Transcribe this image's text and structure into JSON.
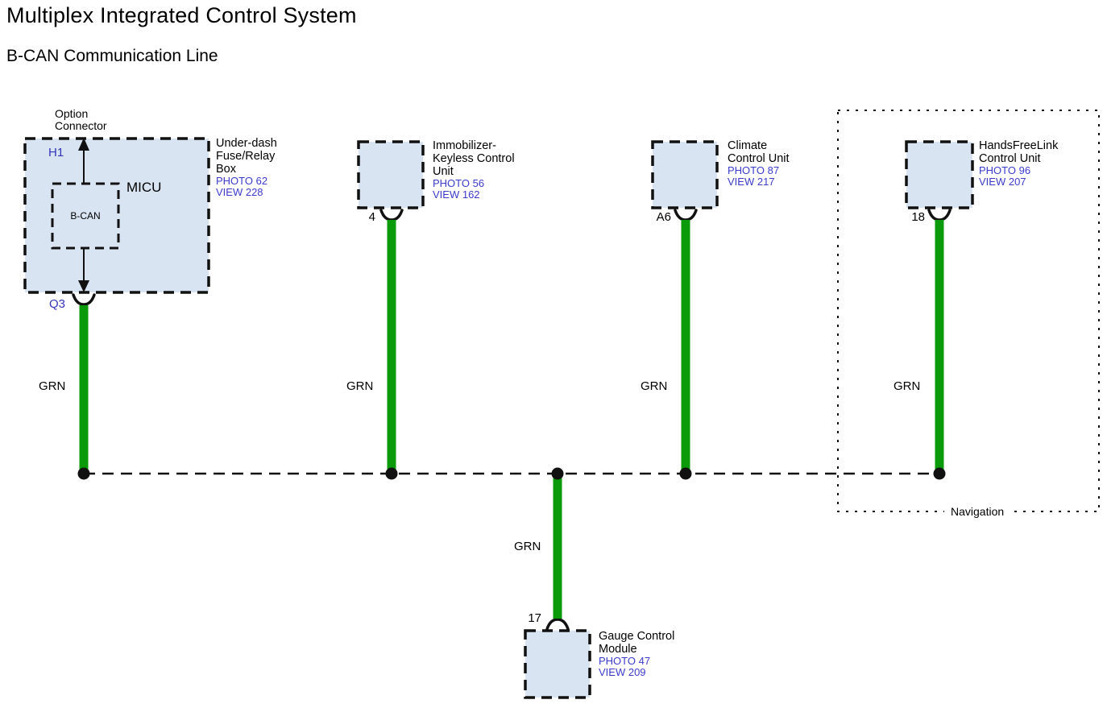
{
  "title": "Multiplex Integrated Control System",
  "subtitle": "B-CAN Communication Line",
  "colors": {
    "wire_green": "#0a9a0a",
    "component_fill": "#d9e4f2",
    "reference_blue": "#3b3bcc",
    "pin_label_blue": "#3434bb",
    "line_black": "#111111"
  },
  "micu": {
    "option_connector_line1": "Option",
    "option_connector_line2": "Connector",
    "pin_top": "H1",
    "pin_bottom": "Q3",
    "unit_label": "MICU",
    "inner_label": "B-CAN",
    "name_line1": "Under-dash",
    "name_line2": "Fuse/Relay",
    "name_line3": "Box",
    "photo": "PHOTO 62",
    "view": "VIEW 228",
    "wire_color_label": "GRN"
  },
  "immobilizer": {
    "pin": "4",
    "name_line1": "Immobilizer-",
    "name_line2": "Keyless Control",
    "name_line3": "Unit",
    "photo": "PHOTO 56",
    "view": "VIEW 162",
    "wire_color_label": "GRN"
  },
  "climate": {
    "pin": "A6",
    "name_line1": "Climate",
    "name_line2": "Control Unit",
    "photo": "PHOTO 87",
    "view": "VIEW 217",
    "wire_color_label": "GRN"
  },
  "handsfreelink": {
    "pin": "18",
    "name_line1": "HandsFreeLink",
    "name_line2": "Control Unit",
    "photo": "PHOTO 96",
    "view": "VIEW 207",
    "wire_color_label": "GRN"
  },
  "gauge": {
    "pin": "17",
    "name_line1": "Gauge Control",
    "name_line2": "Module",
    "photo": "PHOTO 47",
    "view": "VIEW 209",
    "wire_color_label": "GRN"
  },
  "navigation": {
    "label": "Navigation"
  }
}
